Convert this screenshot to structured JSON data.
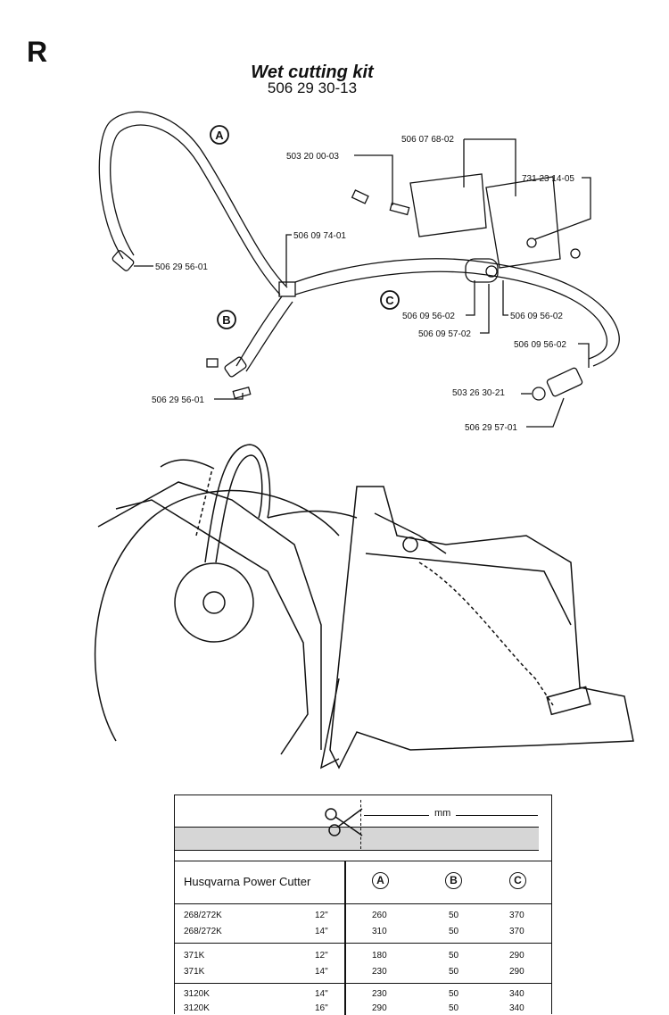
{
  "page": {
    "section_letter": "R",
    "title": "Wet cutting kit",
    "kit_number": "506 29 30-13"
  },
  "diagram": {
    "hose_labels": [
      "A",
      "B",
      "C"
    ],
    "part_callouts": [
      "506 07 68-02",
      "503 20 00-03",
      "731 23 14-05",
      "506 09 74-01",
      "506 29 56-01",
      "506 29 56-01",
      "506 09 56-02",
      "506 09 56-02",
      "506 09 57-02",
      "506 09 56-02",
      "503 26 30-21",
      "506 29 57-01"
    ]
  },
  "table": {
    "measure_label": "mm",
    "header": {
      "product": "Husqvarna Power Cutter",
      "columns": [
        "A",
        "B",
        "C"
      ]
    },
    "groups": [
      {
        "rows": [
          {
            "model": "268/272K",
            "size": "12\"",
            "a": "260",
            "b": "50",
            "c": "370"
          },
          {
            "model": "268/272K",
            "size": "14\"",
            "a": "310",
            "b": "50",
            "c": "370"
          }
        ]
      },
      {
        "rows": [
          {
            "model": "371K",
            "size": "12\"",
            "a": "180",
            "b": "50",
            "c": "290"
          },
          {
            "model": "371K",
            "size": "14\"",
            "a": "230",
            "b": "50",
            "c": "290"
          }
        ]
      },
      {
        "rows": [
          {
            "model": "3120K",
            "size": "14\"",
            "a": "230",
            "b": "50",
            "c": "340"
          },
          {
            "model": "3120K",
            "size": "16\"",
            "a": "290",
            "b": "50",
            "c": "340"
          }
        ]
      }
    ]
  }
}
